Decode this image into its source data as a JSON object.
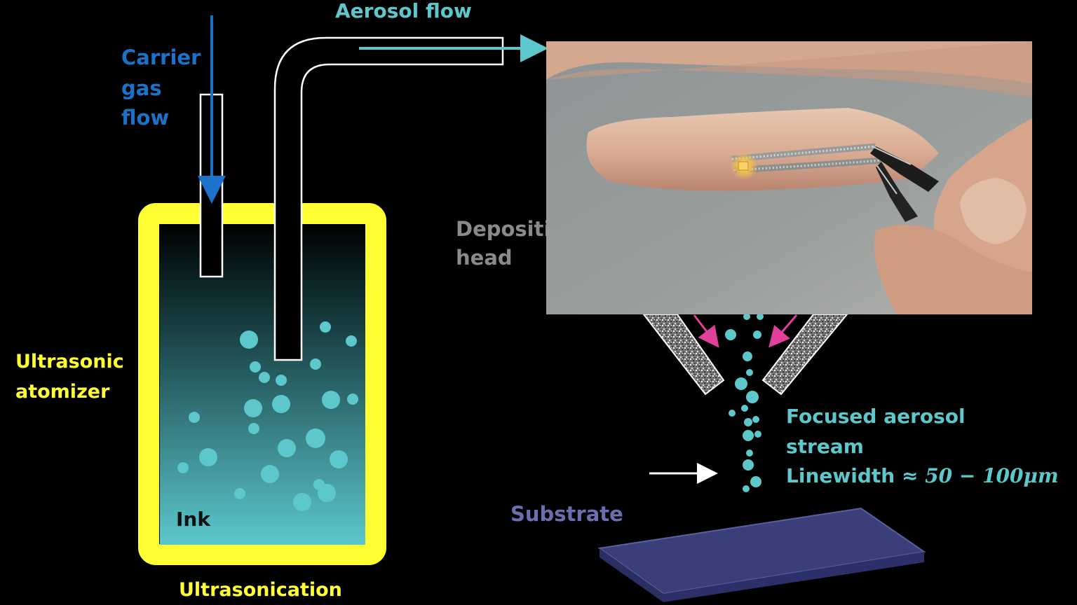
{
  "labels": {
    "aerosol_flow": "Aerosol flow",
    "carrier_gas_flow": [
      "Carrier",
      "gas",
      "flow"
    ],
    "ultrasonic_atomizer": [
      "Ultrasonic",
      "atomizer"
    ],
    "ink": "Ink",
    "ultrasonication": "Ultrasonication",
    "deposition_head": [
      "Depositi",
      "head"
    ],
    "focused_stream": [
      "Focused aerosol",
      "stream"
    ],
    "linewidth": "Linewidth ≈ ",
    "linewidth_value": "50 − 100μm",
    "substrate": "Substrate"
  },
  "colors": {
    "carrier_blue": "#1a73c8",
    "aerosol_teal": "#5cc8cc",
    "atomizer_yellow": "#ffff33",
    "focus_pink": "#e0409a",
    "substrate_purple": "#3a3f7a"
  },
  "photo": {
    "subject": "finger-with-printed-circuit-and-led"
  }
}
